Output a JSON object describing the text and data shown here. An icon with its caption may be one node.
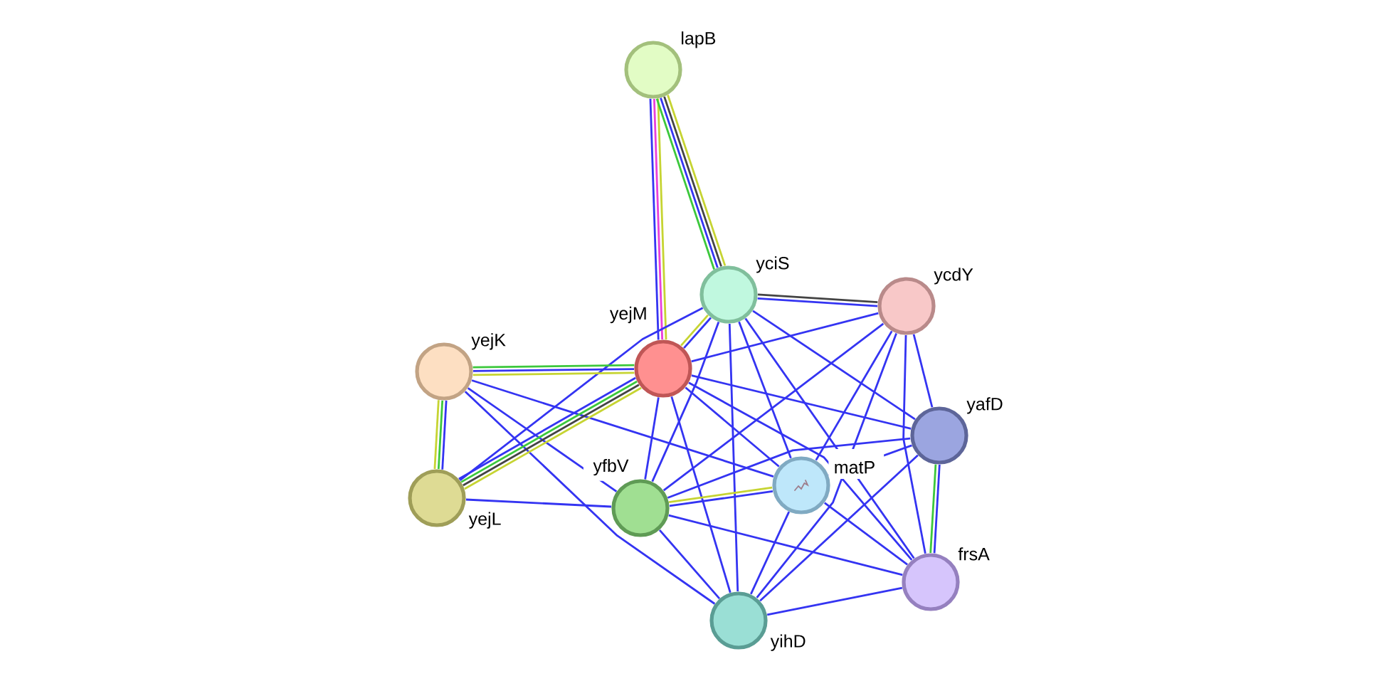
{
  "diagram": {
    "nodes": [
      {
        "text": [
          "lapB"
        ]
      },
      {
        "text": [
          "yciS"
        ]
      },
      {
        "text": [
          "ycdY"
        ]
      },
      {
        "text": [
          "yejK"
        ]
      },
      {
        "text": [
          "yejM"
        ]
      },
      {
        "text": [
          "yafD"
        ]
      },
      {
        "text": [
          "matP"
        ]
      },
      {
        "text": [
          "yejL"
        ]
      },
      {
        "text": [
          "yfbV"
        ]
      },
      {
        "text": [
          "frsA"
        ]
      },
      {
        "text": [
          "yihD"
        ]
      }
    ],
    "edges": [
      {
        "from": 0,
        "to": 4,
        "arrow": "none",
        "color": "#c6d432"
      },
      {
        "from": 0,
        "to": 4,
        "arrow": "none",
        "color": "#e93fdb"
      },
      {
        "from": 0,
        "to": 4,
        "arrow": "none"
      },
      {
        "from": 0,
        "to": 1,
        "arrow": "none",
        "color": "#c6d432"
      },
      {
        "from": 0,
        "to": 1,
        "arrow": "none",
        "color": "#444444"
      },
      {
        "from": 0,
        "to": 1,
        "arrow": "none"
      },
      {
        "from": 0,
        "to": 1,
        "arrow": "none",
        "color": "#3cc83c"
      },
      {
        "from": 1,
        "to": 2,
        "arrow": "none",
        "color": "#444444"
      },
      {
        "from": 1,
        "to": 2,
        "arrow": "none"
      },
      {
        "from": 1,
        "to": 4,
        "arrow": "none"
      },
      {
        "from": 1,
        "to": 4,
        "arrow": "none",
        "color": "#c6d432"
      },
      {
        "from": 1,
        "to": 7,
        "arrow": "none"
      },
      {
        "from": 1,
        "to": 8,
        "arrow": "none"
      },
      {
        "from": 1,
        "to": 6,
        "arrow": "none"
      },
      {
        "from": 1,
        "to": 10,
        "arrow": "none"
      },
      {
        "from": 1,
        "to": 9,
        "arrow": "none"
      },
      {
        "from": 1,
        "to": 5,
        "arrow": "none"
      },
      {
        "from": 2,
        "to": 4,
        "arrow": "none"
      },
      {
        "from": 2,
        "to": 8,
        "arrow": "none"
      },
      {
        "from": 2,
        "to": 6,
        "arrow": "none"
      },
      {
        "from": 2,
        "to": 10,
        "arrow": "none"
      },
      {
        "from": 2,
        "to": 5,
        "arrow": "none"
      },
      {
        "from": 2,
        "to": 9,
        "arrow": "none"
      },
      {
        "from": 3,
        "to": 4,
        "arrow": "none",
        "color": "#3cc83c"
      },
      {
        "from": 3,
        "to": 4,
        "arrow": "none"
      },
      {
        "from": 3,
        "to": 4,
        "arrow": "none",
        "color": "#c6d432"
      },
      {
        "from": 3,
        "to": 7,
        "arrow": "none"
      },
      {
        "from": 3,
        "to": 7,
        "arrow": "none",
        "color": "#3cc83c"
      },
      {
        "from": 3,
        "to": 7,
        "arrow": "none",
        "color": "#c6d432"
      },
      {
        "from": 3,
        "to": 6,
        "arrow": "none"
      },
      {
        "from": 3,
        "to": 8,
        "arrow": "none"
      },
      {
        "from": 3,
        "to": 10,
        "arrow": "none"
      },
      {
        "from": 4,
        "to": 7,
        "arrow": "none",
        "color": "#c6d432"
      },
      {
        "from": 4,
        "to": 7,
        "arrow": "none",
        "color": "#444444"
      },
      {
        "from": 4,
        "to": 7,
        "arrow": "none",
        "color": "#3cc83c"
      },
      {
        "from": 4,
        "to": 7,
        "arrow": "none"
      },
      {
        "from": 4,
        "to": 5,
        "arrow": "none"
      },
      {
        "from": 4,
        "to": 6,
        "arrow": "none"
      },
      {
        "from": 4,
        "to": 9,
        "arrow": "none"
      },
      {
        "from": 4,
        "to": 8,
        "arrow": "none"
      },
      {
        "from": 4,
        "to": 10,
        "arrow": "none"
      },
      {
        "from": 5,
        "to": 9,
        "arrow": "none"
      },
      {
        "from": 5,
        "to": 9,
        "arrow": "none",
        "color": "#3cc83c"
      },
      {
        "from": 5,
        "to": 6,
        "arrow": "none"
      },
      {
        "from": 5,
        "to": 8,
        "arrow": "none"
      },
      {
        "from": 5,
        "to": 10,
        "arrow": "none"
      },
      {
        "from": 6,
        "to": 8,
        "arrow": "none"
      },
      {
        "from": 6,
        "to": 8,
        "arrow": "none",
        "color": "#c6d432"
      },
      {
        "from": 6,
        "to": 9,
        "arrow": "none"
      },
      {
        "from": 6,
        "to": 10,
        "arrow": "none"
      },
      {
        "from": 7,
        "to": 8,
        "arrow": "none"
      },
      {
        "from": 8,
        "to": 10,
        "arrow": "none"
      },
      {
        "from": 8,
        "to": 9,
        "arrow": "none"
      },
      {
        "from": 9,
        "to": 10,
        "arrow": "none"
      }
    ]
  }
}
